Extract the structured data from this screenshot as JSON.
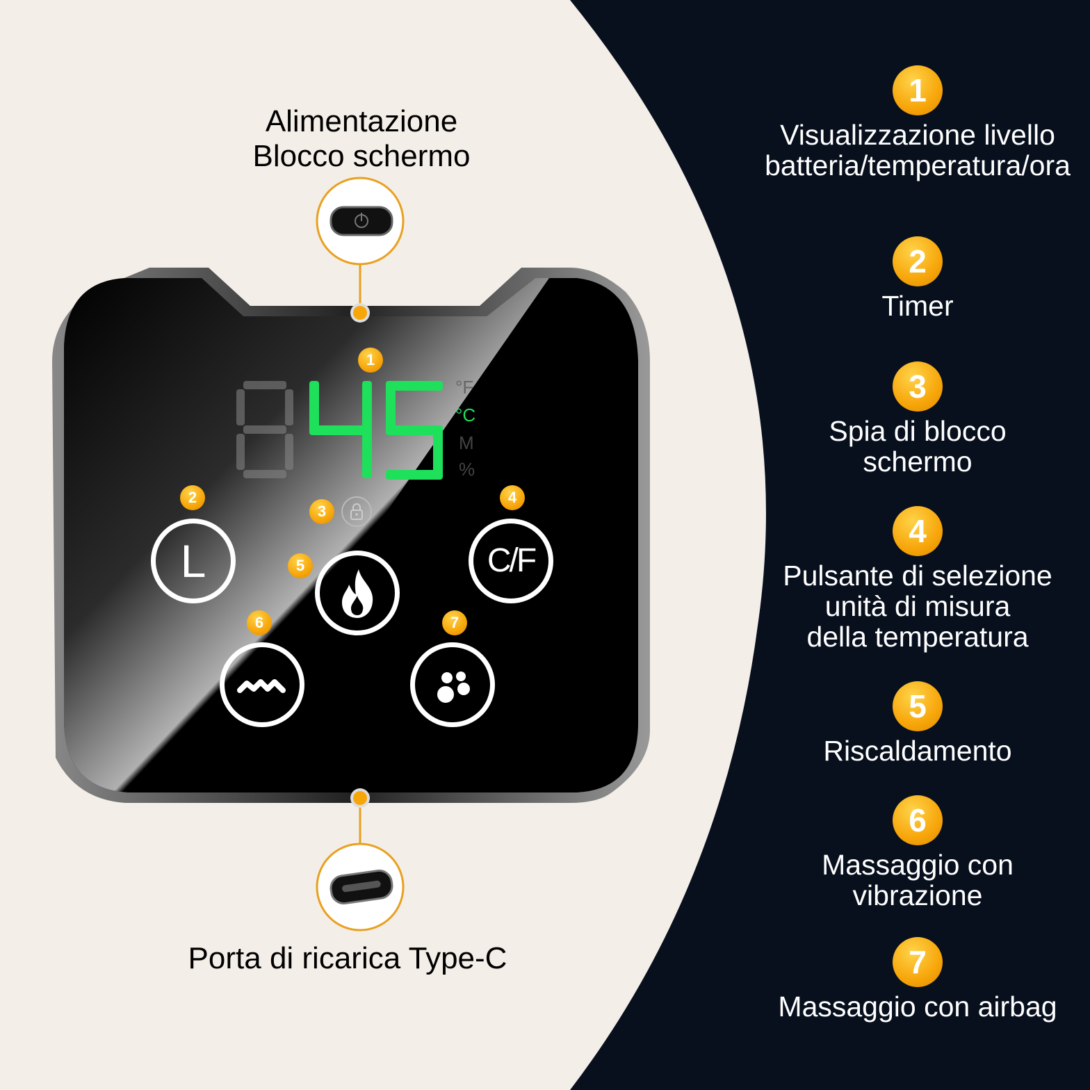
{
  "left_labels": {
    "power_line1": "Alimentazione",
    "power_line2": "Blocco schermo",
    "charge_port": "Porta di ricarica Type-C"
  },
  "display": {
    "reading": "45",
    "units": [
      "°F",
      "°C",
      "M",
      "%"
    ]
  },
  "buttons": {
    "timer": "L",
    "unit_select": "C/F"
  },
  "badges": [
    "1",
    "2",
    "3",
    "4",
    "5",
    "6",
    "7"
  ],
  "features": [
    {
      "num": "1",
      "line1": "Visualizzazione livello",
      "line2": "batteria/temperatura/ora",
      "line3": ""
    },
    {
      "num": "2",
      "line1": "Timer",
      "line2": "",
      "line3": ""
    },
    {
      "num": "3",
      "line1": "Spia di blocco",
      "line2": "schermo",
      "line3": ""
    },
    {
      "num": "4",
      "line1": "Pulsante di selezione",
      "line2": "unità di misura",
      "line3": "della temperatura"
    },
    {
      "num": "5",
      "line1": "Riscaldamento",
      "line2": "",
      "line3": ""
    },
    {
      "num": "6",
      "line1": "Massaggio con",
      "line2": "vibrazione",
      "line3": ""
    },
    {
      "num": "7",
      "line1": "Massaggio con airbag",
      "line2": "",
      "line3": ""
    }
  ],
  "colors": {
    "dark_bg": "#08101e",
    "light_bg": "#f4eee8",
    "accent": "#f7a60a",
    "digit_green": "#1ee05a"
  },
  "icons": [
    "power-icon",
    "usb-c-port-icon",
    "lock-icon",
    "flame-icon",
    "wave-icon",
    "bubbles-icon"
  ]
}
